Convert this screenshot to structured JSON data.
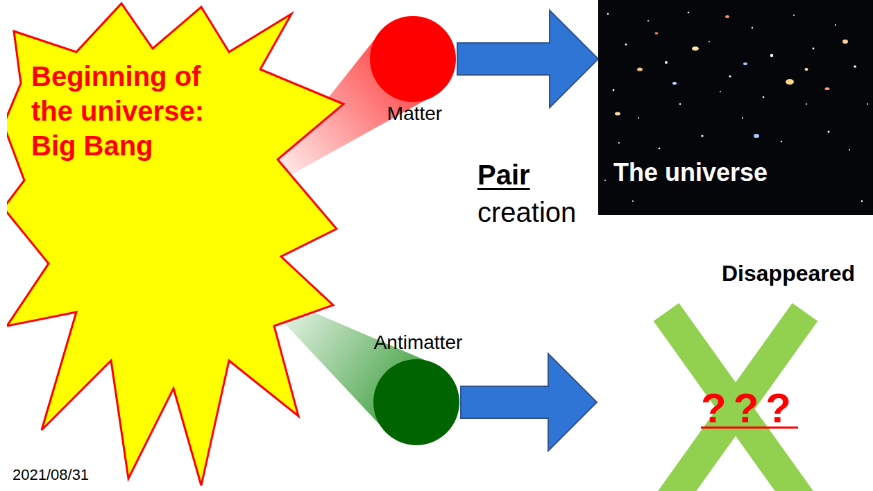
{
  "diagram": {
    "nodes": [
      {
        "text": [
          "Beginning of the universe: Big Bang"
        ]
      },
      {
        "text": [
          "Matter"
        ]
      },
      {
        "text": [
          "The universe"
        ]
      },
      {
        "text": [
          "Antimatter"
        ]
      },
      {
        "text": [
          "Disappeared",
          "???"
        ]
      }
    ],
    "edges": [
      {
        "from": 0,
        "to": 1,
        "arrow": "none"
      },
      {
        "from": 0,
        "to": 3,
        "arrow": "none"
      },
      {
        "from": 1,
        "to": 2,
        "arrow": "to"
      },
      {
        "from": 3,
        "to": 4,
        "arrow": "to"
      }
    ],
    "labels": [
      "Pair",
      "creation",
      "2021/08/31"
    ]
  }
}
